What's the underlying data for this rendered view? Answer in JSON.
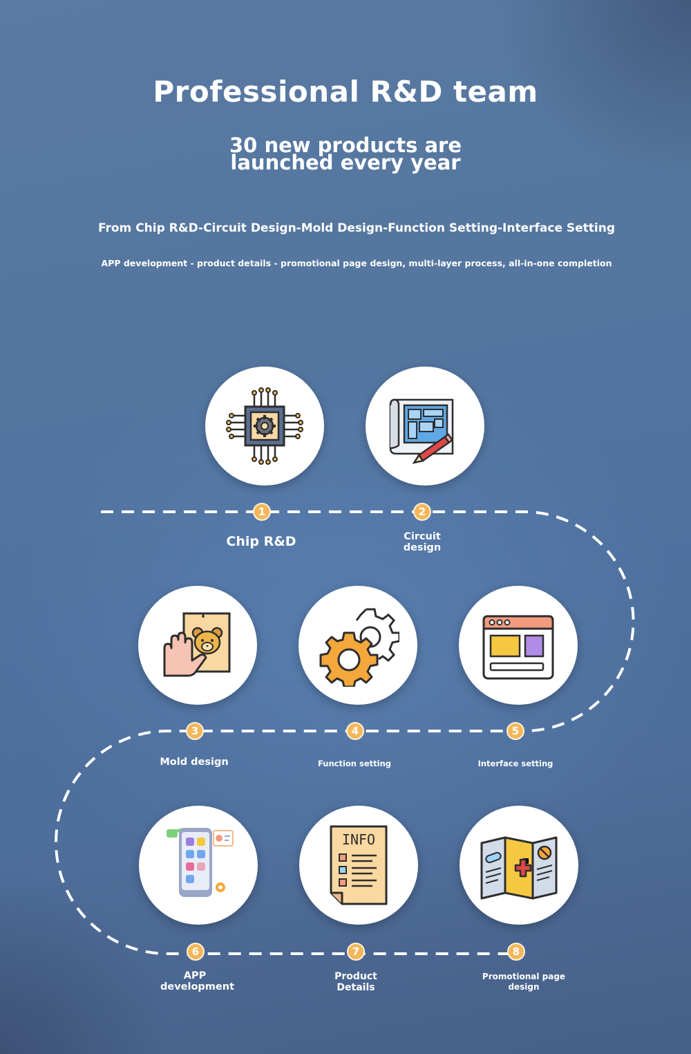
{
  "header": {
    "title": "Professional R&D team",
    "subtitle": "30 new products are launched every year",
    "description_line1": "From Chip R&D-Circuit Design-Mold Design-Function Setting-Interface Setting",
    "description_line2": "APP development - product details - promotional page design, multi-layer process, all-in-one completion"
  },
  "steps": [
    {
      "number": "1",
      "label": "Chip R&D",
      "icon": "chip-icon"
    },
    {
      "number": "2",
      "label": "Circuit design",
      "icon": "blueprint-icon"
    },
    {
      "number": "3",
      "label": "Mold design",
      "icon": "bear-mold-icon"
    },
    {
      "number": "4",
      "label": "Function setting",
      "icon": "gears-icon"
    },
    {
      "number": "5",
      "label": "Interface setting",
      "icon": "browser-window-icon"
    },
    {
      "number": "6",
      "label": "APP development",
      "icon": "mobile-app-icon"
    },
    {
      "number": "7",
      "label": "Product Details",
      "icon": "info-document-icon"
    },
    {
      "number": "8",
      "label": "Promotional page design",
      "icon": "brochure-icon"
    }
  ],
  "colors": {
    "badge": "#f3b75a",
    "path": "#ffffff",
    "icon_outline": "#2d2d2d"
  }
}
